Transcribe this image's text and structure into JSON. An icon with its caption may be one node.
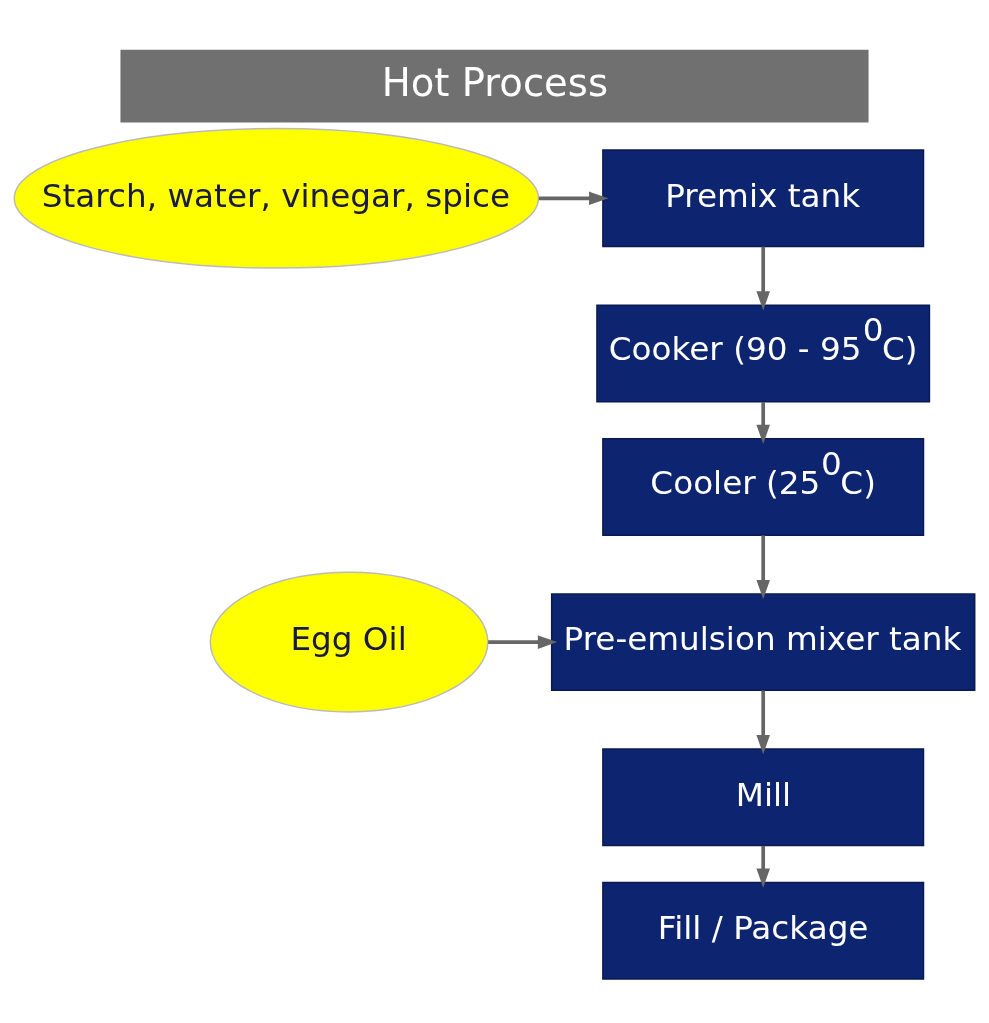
{
  "diagram": {
    "title": "Hot Process",
    "nodes": [
      {
        "text": [
          "Starch, water, vinegar, spice"
        ]
      },
      {
        "text": [
          "Premix tank"
        ]
      },
      {
        "text": [
          "Cooker (90 - 95$^{0}$C)"
        ]
      },
      {
        "text": [
          "Cooler (25$^{0}$C)"
        ]
      },
      {
        "text": [
          "Egg Oil"
        ]
      },
      {
        "text": [
          "Pre-emulsion mixer tank"
        ]
      },
      {
        "text": [
          "Mill"
        ]
      },
      {
        "text": [
          "Fill / Package"
        ]
      }
    ],
    "edges": [
      {
        "from": 0,
        "to": 1,
        "arrow": "to"
      },
      {
        "from": 1,
        "to": 2,
        "arrow": "to"
      },
      {
        "from": 2,
        "to": 3,
        "arrow": "to"
      },
      {
        "from": 3,
        "to": 5,
        "arrow": "to"
      },
      {
        "from": 4,
        "to": 5,
        "arrow": "to"
      },
      {
        "from": 5,
        "to": 6,
        "arrow": "to"
      },
      {
        "from": 6,
        "to": 7,
        "arrow": "to"
      }
    ]
  }
}
